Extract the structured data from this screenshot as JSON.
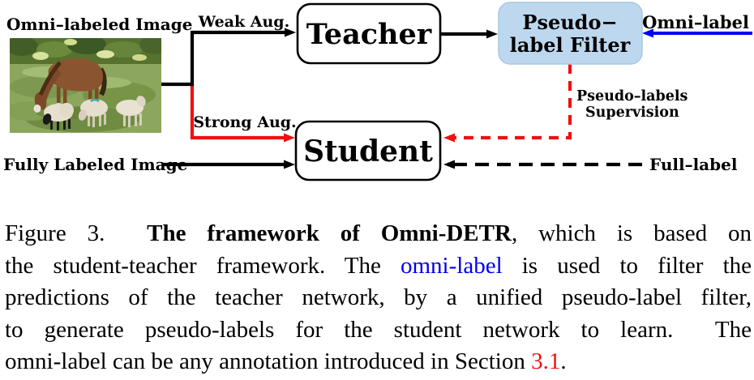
{
  "diagram": {
    "omni_labeled_image_label": "Omni–labeled Image",
    "fully_labeled_image_label": "Fully Labeled Image",
    "weak_aug_label": "Weak Aug.",
    "strong_aug_label": "Strong Aug.",
    "teacher_label": "Teacher",
    "student_label": "Student",
    "filter_label_line1": "Pseudo−",
    "filter_label_line2": "label Filter",
    "omni_label_arrow_label": "Omni–label",
    "pseudo_supervision_line1": "Pseudo–labels",
    "pseudo_supervision_line2": "Supervision",
    "full_label_arrow_label": "Full–label",
    "colors": {
      "arrow_red": "#ee1111",
      "arrow_blue": "#0000ee",
      "filter_box_fill": "#bdd7ee",
      "line_black": "#000000"
    }
  },
  "caption": {
    "lines": [
      {
        "segments": [
          {
            "text": "Figure 3.  "
          },
          {
            "text": "The framework of Omni-DETR",
            "style": "bold"
          },
          {
            "text": ", which is based on"
          }
        ]
      },
      {
        "segments": [
          {
            "text": "the student-teacher framework. The "
          },
          {
            "text": "omni-label",
            "style": "blue"
          },
          {
            "text": " is used to filter the"
          }
        ]
      },
      {
        "segments": [
          {
            "text": "predictions of the teacher network, by a unified pseudo-label filter,"
          }
        ]
      },
      {
        "segments": [
          {
            "text": "to generate pseudo-labels for the student network to learn.  The"
          }
        ]
      },
      {
        "segments": [
          {
            "text": "omni-label can be any annotation introduced in Section "
          },
          {
            "text": "3.1",
            "style": "red-link"
          },
          {
            "text": "."
          }
        ]
      }
    ]
  }
}
